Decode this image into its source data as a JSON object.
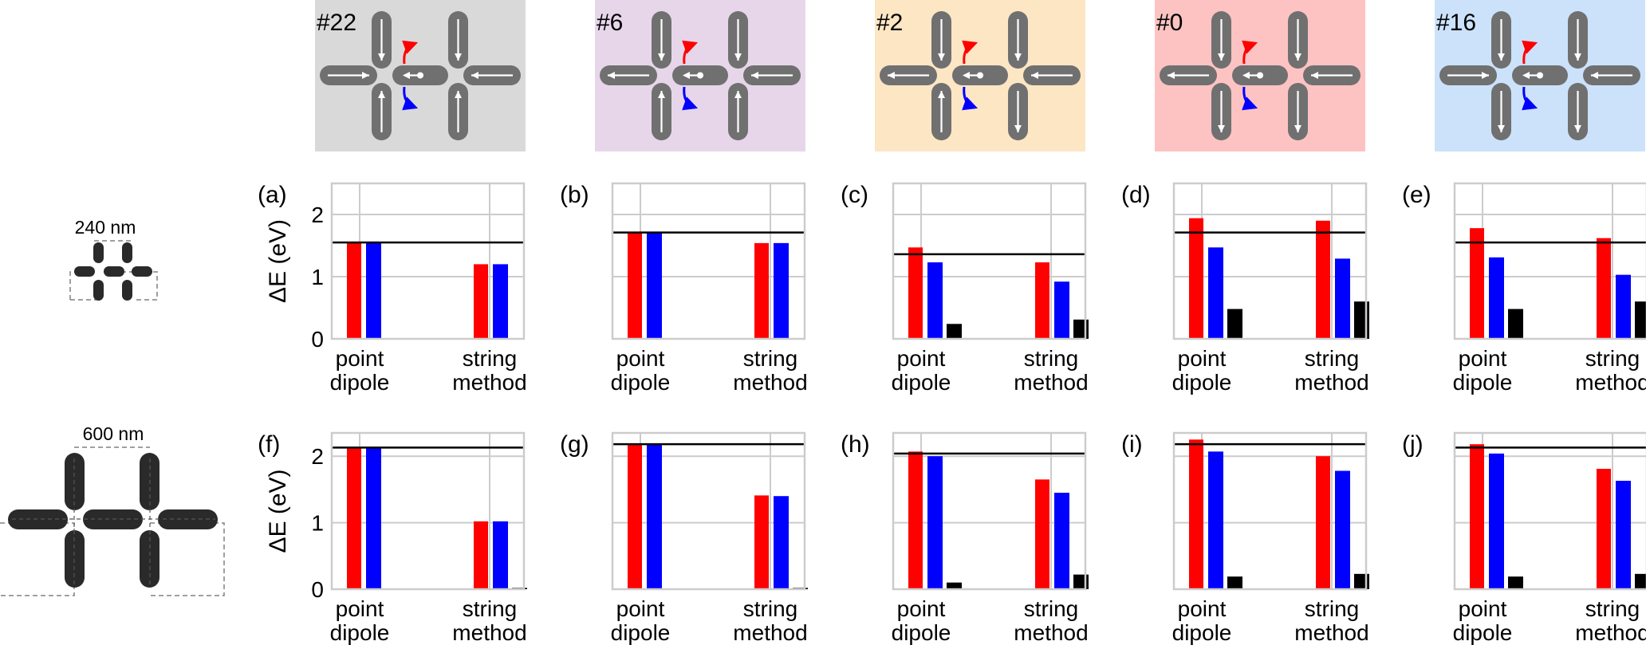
{
  "colors": {
    "red": "#ff0000",
    "blue": "#0000ff",
    "black": "#000000",
    "magnet": "#707070",
    "grid": "#cccccc",
    "dashed": "#808080",
    "shape": "#2a2a2a"
  },
  "top_icons": [
    {
      "label": "#22",
      "bg": "#d9d9d9",
      "arrows": [
        "down",
        "down",
        "right",
        "left",
        "up",
        "up"
      ]
    },
    {
      "label": "#6",
      "bg": "#e7d6ea",
      "arrows": [
        "down",
        "down",
        "left",
        "left",
        "up",
        "up"
      ]
    },
    {
      "label": "#2",
      "bg": "#fde6c4",
      "arrows": [
        "down",
        "down",
        "left",
        "left",
        "up",
        "down"
      ]
    },
    {
      "label": "#0",
      "bg": "#fdc3c3",
      "arrows": [
        "down",
        "down",
        "left",
        "left",
        "down",
        "down"
      ]
    },
    {
      "label": "#16",
      "bg": "#cce2fb",
      "arrows": [
        "down",
        "down",
        "right",
        "left",
        "down",
        "down"
      ]
    }
  ],
  "left_annotations": [
    {
      "label": "240 nm"
    },
    {
      "label": "600 nm"
    }
  ],
  "chart_data": {
    "type": "bar",
    "ylabel": "ΔE (eV)",
    "categories": [
      [
        "point",
        "dipole"
      ],
      [
        "string",
        "method"
      ]
    ],
    "rows": [
      {
        "ylim": [
          0,
          2.5
        ],
        "yticks": [
          0,
          1,
          2
        ]
      },
      {
        "ylim": [
          0,
          2.35
        ],
        "yticks": [
          0,
          1,
          2
        ]
      }
    ],
    "panels": [
      {
        "label": "(a)",
        "row": 0,
        "ref": 1.55,
        "series": [
          [
            1.54,
            1.2
          ],
          [
            1.54,
            1.2
          ],
          [
            null,
            null
          ]
        ]
      },
      {
        "label": "(b)",
        "row": 0,
        "ref": 1.71,
        "series": [
          [
            1.7,
            1.54
          ],
          [
            1.7,
            1.54
          ],
          [
            null,
            null
          ]
        ]
      },
      {
        "label": "(c)",
        "row": 0,
        "ref": 1.36,
        "series": [
          [
            1.47,
            1.23
          ],
          [
            1.23,
            0.92
          ],
          [
            0.24,
            0.31
          ]
        ]
      },
      {
        "label": "(d)",
        "row": 0,
        "ref": 1.71,
        "series": [
          [
            1.94,
            1.9
          ],
          [
            1.47,
            1.29
          ],
          [
            0.48,
            0.6
          ]
        ]
      },
      {
        "label": "(e)",
        "row": 0,
        "ref": 1.55,
        "series": [
          [
            1.78,
            1.62
          ],
          [
            1.31,
            1.03
          ],
          [
            0.48,
            0.6
          ]
        ]
      },
      {
        "label": "(f)",
        "row": 1,
        "ref": 2.13,
        "series": [
          [
            2.14,
            1.02
          ],
          [
            2.14,
            1.02
          ],
          [
            null,
            0.02
          ]
        ]
      },
      {
        "label": "(g)",
        "row": 1,
        "ref": 2.18,
        "series": [
          [
            2.18,
            1.41
          ],
          [
            2.18,
            1.4
          ],
          [
            null,
            0.02
          ]
        ]
      },
      {
        "label": "(h)",
        "row": 1,
        "ref": 2.04,
        "series": [
          [
            2.07,
            1.65
          ],
          [
            2.0,
            1.45
          ],
          [
            0.1,
            0.22
          ]
        ]
      },
      {
        "label": "(i)",
        "row": 1,
        "ref": 2.18,
        "series": [
          [
            2.25,
            2.0
          ],
          [
            2.07,
            1.78
          ],
          [
            0.19,
            0.23
          ]
        ]
      },
      {
        "label": "(j)",
        "row": 1,
        "ref": 2.13,
        "series": [
          [
            2.18,
            1.81
          ],
          [
            2.04,
            1.63
          ],
          [
            0.19,
            0.23
          ]
        ]
      }
    ]
  }
}
